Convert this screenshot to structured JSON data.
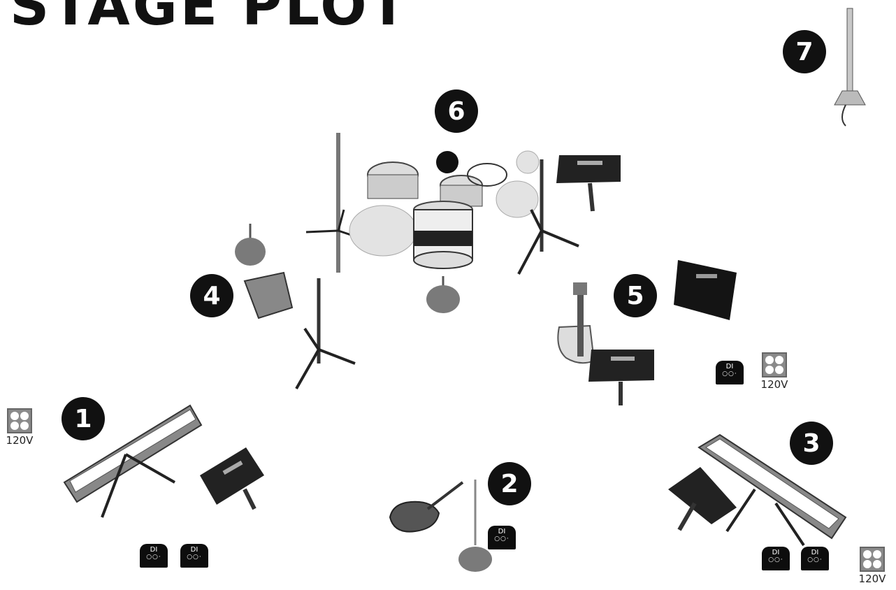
{
  "title": "STAGE PLOT",
  "positions": [
    "1",
    "2",
    "3",
    "4",
    "5",
    "6",
    "7"
  ],
  "outlets": [
    "120V",
    "120V",
    "120V"
  ],
  "di_boxes": [
    "DI",
    "DI",
    "DI",
    "DI",
    "DI",
    "DI"
  ]
}
